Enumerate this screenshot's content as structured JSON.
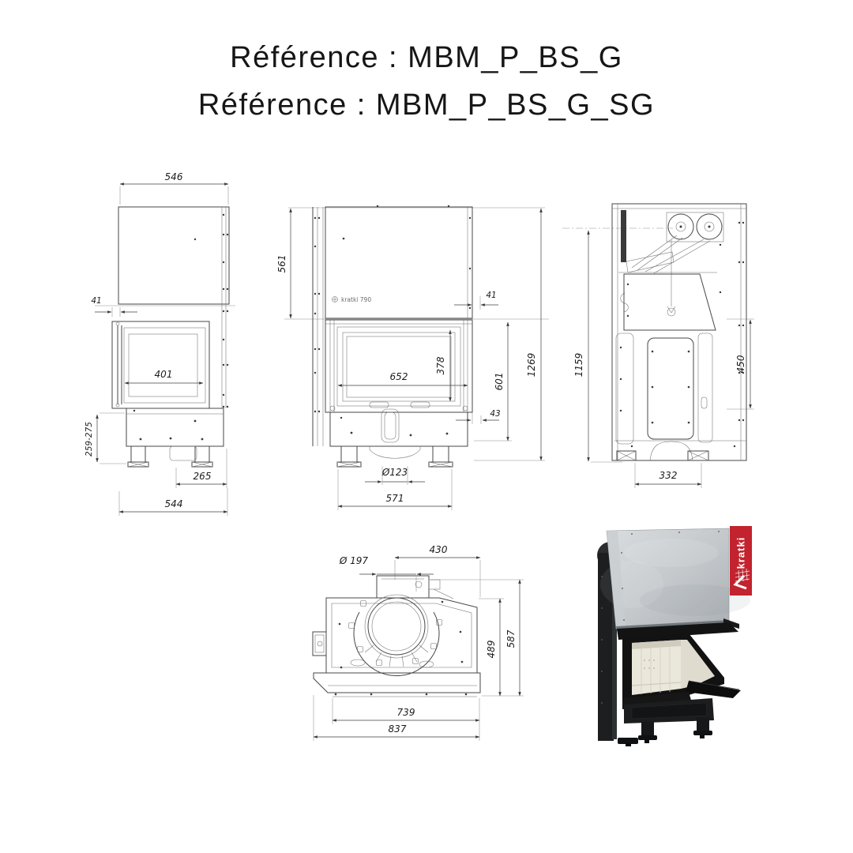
{
  "page": {
    "background": "#ffffff"
  },
  "header": {
    "title_line1": "Référence : MBM_P_BS_G",
    "title_line2": "Référence : MBM_P_BS_G_SG"
  },
  "drawings": {
    "side_view": {
      "dim_top_width": "546",
      "dim_front_offset": "41",
      "dim_glass_width": "401",
      "dim_plinth_height": "259-275",
      "dim_leg_spacing": "265",
      "dim_total_depth": "544"
    },
    "front_view": {
      "dim_hood_height": "561",
      "dim_side_offset": "41",
      "dim_glass_width": "652",
      "dim_glass_height": "378",
      "dim_firebox_height": "601",
      "dim_total_height": "1269",
      "dim_corner_offset": "43",
      "dim_outlet_dia": "Ø123",
      "dim_leg_span": "571",
      "watermark": "kratki 790"
    },
    "back_view": {
      "dim_height_axis": "1159",
      "dim_panel_height": "450",
      "dim_leg_spacing": "332"
    },
    "top_view": {
      "dim_flue_offset": "430",
      "dim_flue_dia": "Ø 197",
      "dim_body_depth": "489",
      "dim_total_depth": "587",
      "dim_body_width": "739",
      "dim_total_width": "837"
    }
  },
  "photo": {
    "brand": "kratki",
    "banner_color": "#c2232e"
  }
}
